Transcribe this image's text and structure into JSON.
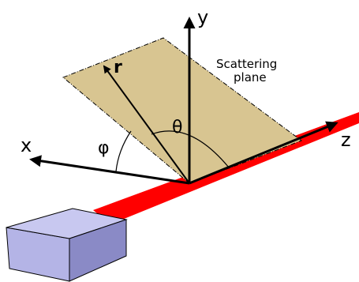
{
  "labels": {
    "axis_x": "x",
    "axis_y": "y",
    "axis_z": "z",
    "vector_r": "r",
    "angle_phi": "φ",
    "angle_theta": "θ",
    "plane_line1": "Scattering",
    "plane_line2": "plane"
  },
  "colors": {
    "beam": "#ff0000",
    "plane_fill": "#d8c591",
    "box_front": "#b4b4e6",
    "box_top": "#c8c8f0",
    "box_side": "#8a8ac6",
    "stroke": "#000000"
  }
}
